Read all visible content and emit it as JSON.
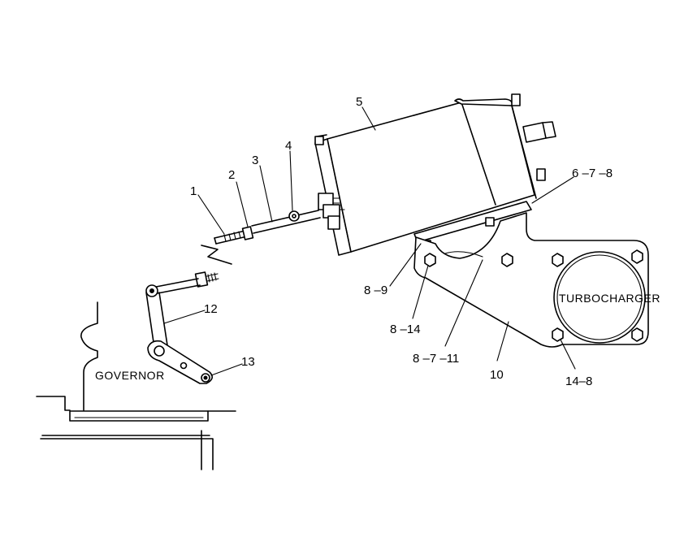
{
  "callouts": {
    "part_1": "1",
    "part_2": "2",
    "part_3": "3",
    "part_4": "4",
    "part_5": "5",
    "part_6_7_8": "6 –7 –8",
    "part_8_9": "8 –9",
    "part_8_14": "8 –14",
    "part_8_7_11": "8 –7 –11",
    "part_10": "10",
    "part_12": "12",
    "part_13": "13",
    "part_14_8": "14–8"
  },
  "labels": {
    "governor": "GOVERNOR",
    "turbocharger": "TURBOCHARGER"
  }
}
